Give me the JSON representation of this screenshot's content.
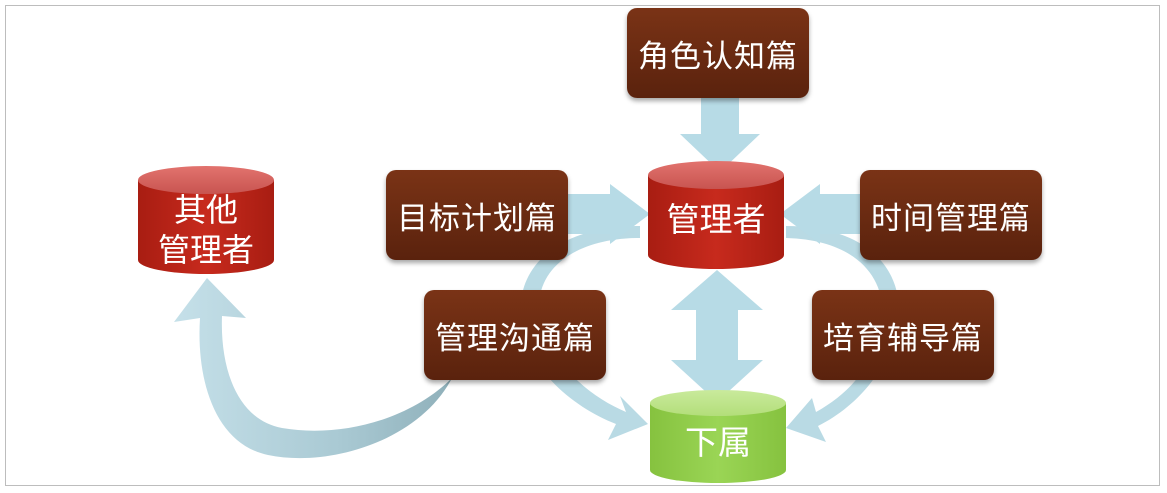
{
  "nodes": {
    "role": "角色认知篇",
    "goal": "目标计划篇",
    "time": "时间管理篇",
    "comm": "管理沟通篇",
    "coach": "培育辅导篇",
    "manager": "管理者",
    "others_line1": "其他",
    "others_line2": "管理者",
    "subordinate": "下属"
  },
  "colors": {
    "topic_box": "#6b2a12",
    "manager_cylinder": "#c0281b",
    "others_cylinder": "#c0281b",
    "subordinate_cylinder": "#94d04f",
    "arrow": "#b7dbe6"
  }
}
